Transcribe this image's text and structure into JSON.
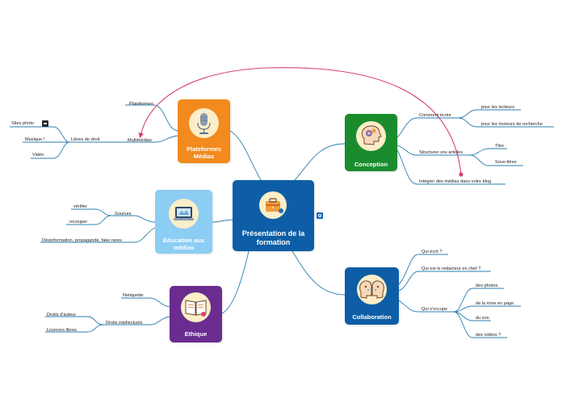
{
  "center": {
    "title": "Présentation de la formation",
    "color": "#0d5ea6"
  },
  "branches": {
    "plateformes": {
      "title": "Plateformes Médias",
      "color": "#f28a1d"
    },
    "education": {
      "title": "Education aux médias",
      "color": "#8ccdf4"
    },
    "ethique": {
      "title": "Ethique",
      "color": "#6a2c8f"
    },
    "conception": {
      "title": "Conception",
      "color": "#1a8c2e"
    },
    "collaboration": {
      "title": "Collaboration",
      "color": "#0d5ea6"
    }
  },
  "labels": {
    "plateformes": "Plateformes",
    "multimedias": "Multimédias",
    "libres_de_droit": "Libres de droit",
    "sites_photo": "Sites photo",
    "musique": "Musique !",
    "video": "Vidéo",
    "sources": "Sources",
    "verifier": "vérifier",
    "recouper": "recouper",
    "desinformation": "Désinformation, propagande, fake news",
    "netiquette": "Netiquette",
    "droits_intellectuels": "Droits intellectuels",
    "droits_auteur": "Droits d'auteur",
    "licences_libres": "Licences libres",
    "comment_ecrire": "Comment écrire",
    "pour_lecteurs": "pour les lecteurs",
    "pour_moteurs": "pour les moteurs de recherche",
    "structurer": "Structurer vos articles",
    "titre": "Titre",
    "sous_titres": "Sous-titres",
    "integrer": "Intégrer des médias dans votre blog",
    "qui_ecrit": "Qui écrit ?",
    "qui_redacteur": "Qui est le rédacteur en chef ?",
    "qui_occupe": "Qui s'occupe",
    "des_photos": "des photos",
    "mise_en_page": "de la mise en page",
    "du_son": "du son",
    "des_videos": "des vidéos ?"
  },
  "colors": {
    "connector": "#2a7fb0",
    "relation_arrow": "#d6446a",
    "icon_badge": "#fbeec8"
  },
  "icons": {
    "center": "briefcase-icon",
    "plateformes": "microphone-icon",
    "education": "laptop-icon",
    "ethique": "book-icon",
    "conception": "head-gears-icon",
    "collaboration": "two-heads-icon"
  }
}
